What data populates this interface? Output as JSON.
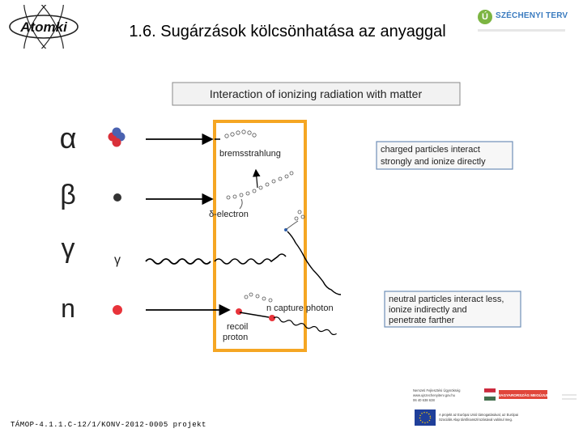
{
  "slide": {
    "title": "1.6. Sugárzások kölcsönhatása az anyaggal",
    "footer_project": "TÁMOP-4.1.1.C-12/1/KONV-2012-0005 projekt"
  },
  "logos": {
    "left_logo_text": "Atomki",
    "right_logo_text": "SZÉCHENYI TERV",
    "right_logo_icon": "Ú"
  },
  "figure": {
    "header": "Interaction of ionizing radiation with matter",
    "symbols": [
      "α",
      "β",
      "γ",
      "n"
    ],
    "gamma_small": "γ",
    "labels": {
      "bremsstrahlung": "bremsstrahlung",
      "delta_electron": "δ-electron",
      "n_capture_photon": "n capture photon",
      "recoil": "recoil",
      "proton": "proton"
    },
    "box_charged": [
      "charged particles interact",
      "strongly and ionize directly"
    ],
    "box_neutral": [
      "neutral particles interact less,",
      "ionize indirectly and",
      "penetrate farther"
    ]
  },
  "footer_logos": {
    "info_lines": [
      "Nemzeti Fejlesztési Ügynökség",
      "www.ujszechenyiterv.gov.hu",
      "06 40 638 638"
    ],
    "eu_lines": [
      "A projekt az Európai Unió támogatásával, az Európai",
      "Szociális Alap társfinanszírozásával valósul meg."
    ],
    "banner": "MAGYARORSZÁG MEGÚJUL",
    "colors": {
      "eu_blue": "#1f3f9a",
      "eu_star": "#ffcc00",
      "banner_red": "#e0463a",
      "flag_red": "#cd2a3e",
      "flag_green": "#436f4d"
    }
  },
  "colors": {
    "orange_frame": "#f5a623",
    "alpha_red": "#d9303a",
    "alpha_blue": "#4a62b0",
    "neutron_red": "#e8333a",
    "box_border": "#6f8fb8"
  }
}
